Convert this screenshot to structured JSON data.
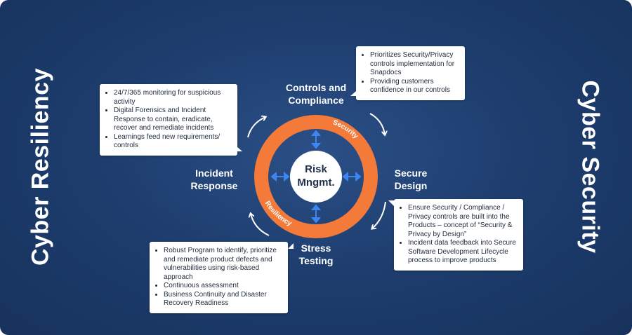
{
  "side_labels": {
    "left": "Cyber Resiliency",
    "right": "Cyber Security"
  },
  "center": {
    "line1": "Risk",
    "line2": "Mngmt."
  },
  "ring_labels": {
    "top_right": "Security",
    "bottom_left": "Resiliency"
  },
  "stages": {
    "controls": {
      "line1": "Controls and",
      "line2": "Compliance"
    },
    "design": {
      "line1": "Secure",
      "line2": "Design"
    },
    "testing": {
      "line1": "Stress",
      "line2": "Testing"
    },
    "incident": {
      "line1": "Incident",
      "line2": "Response"
    }
  },
  "boxes": {
    "incident": [
      "24/7/365 monitoring for suspicious activity",
      "Digital Forensics and Incident Response to contain, eradicate, recover and remediate incidents",
      "Learnings feed new requirements/ controls"
    ],
    "controls": [
      "Prioritizes Security/Privacy controls implementation for Snapdocs",
      "Providing customers confidence in our controls"
    ],
    "design": [
      "Ensure Security / Compliance / Privacy controls are built into the Products – concept of “Security & Privacy by Design”",
      "Incident data feedback into Secure Software Development Lifecycle process to improve products"
    ],
    "testing": [
      "Robust Program to identify, prioritize and remediate product defects and vulnerabilities using risk-based approach",
      "Continuous assessment",
      "Business Continuity and Disaster Recovery Readiness"
    ]
  },
  "colors": {
    "background": "#1e3e6f",
    "ring": "#f47a3a",
    "arrow_blue": "#3d86f2",
    "center_text": "#1e2f4d"
  }
}
